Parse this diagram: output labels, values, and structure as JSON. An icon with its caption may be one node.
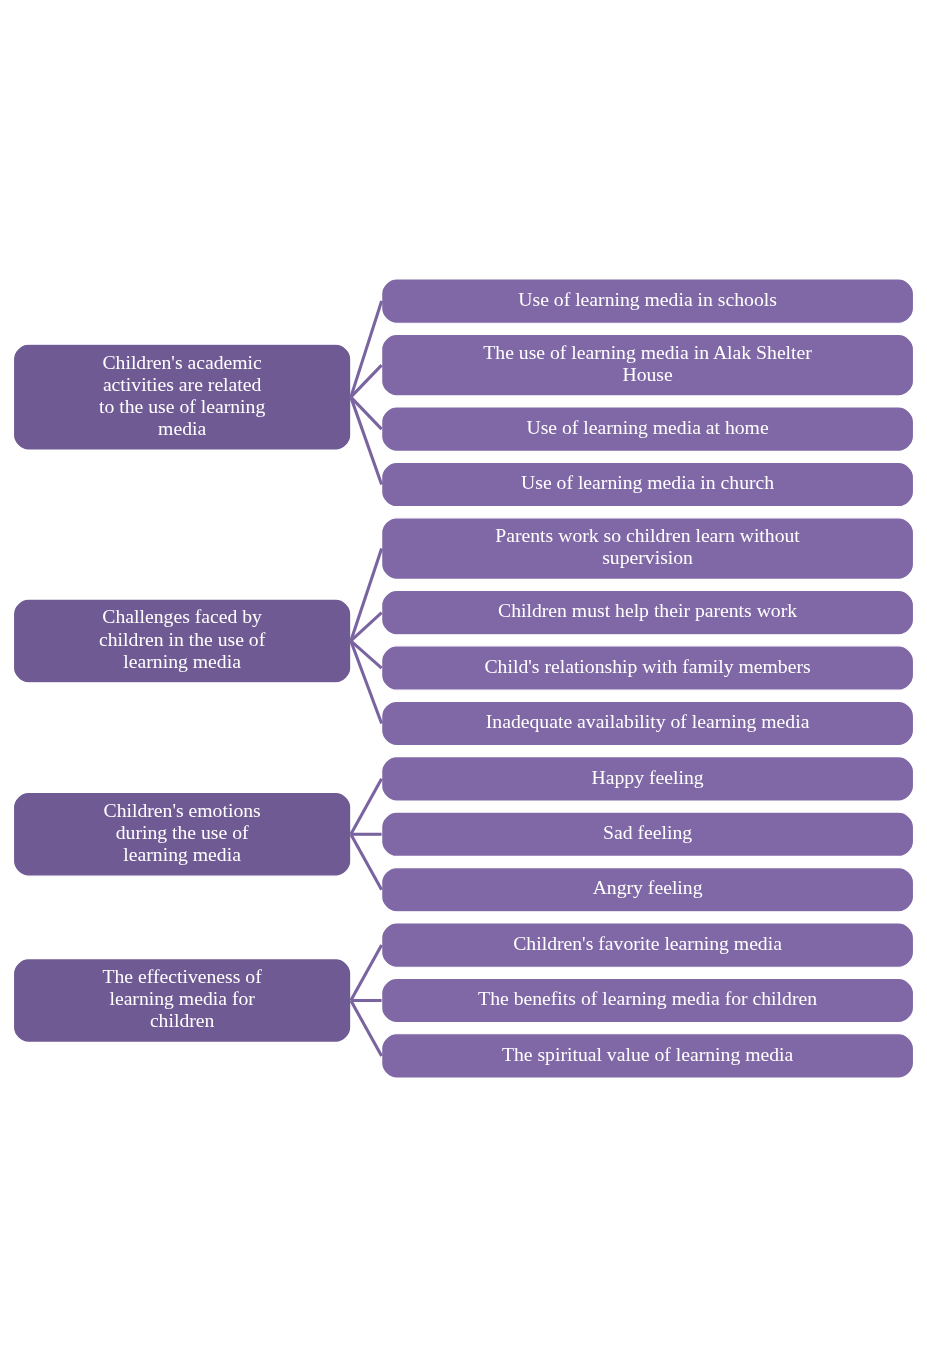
{
  "diagram": {
    "nodes": [
      {
        "text": [
          "The effectiveness of learning media for children"
        ]
      },
      {
        "text": [
          "Children's favorite learning media"
        ]
      },
      {
        "text": [
          "The benefits of learning media for children"
        ]
      },
      {
        "text": [
          "The spiritual value of learning media"
        ]
      },
      {
        "text": [
          "Children's emotions during the use of learning media"
        ]
      },
      {
        "text": [
          "Happy feeling"
        ]
      },
      {
        "text": [
          "Sad feeling"
        ]
      },
      {
        "text": [
          "Angry feeling"
        ]
      },
      {
        "text": [
          "Challenges faced by children in the use of learning media"
        ]
      },
      {
        "text": [
          "Parents work so children learn without supervision"
        ]
      },
      {
        "text": [
          "Children must help their parents work"
        ]
      },
      {
        "text": [
          "Child's relationship with family members"
        ]
      },
      {
        "text": [
          "Inadequate availability of learning media"
        ]
      },
      {
        "text": [
          "Children's academic activities are related to the use of learning media"
        ]
      },
      {
        "text": [
          "Use of learning media in schools"
        ]
      },
      {
        "text": [
          "The use of learning media in Alak Shelter House"
        ]
      },
      {
        "text": [
          "Use of learning media at home"
        ]
      },
      {
        "text": [
          "Use of learning media in church"
        ]
      }
    ],
    "edges": [
      {
        "from": 0,
        "to": 1,
        "arrow": "none"
      },
      {
        "from": 0,
        "to": 2,
        "arrow": "none"
      },
      {
        "from": 0,
        "to": 3,
        "arrow": "none"
      },
      {
        "from": 4,
        "to": 5,
        "arrow": "none"
      },
      {
        "from": 4,
        "to": 6,
        "arrow": "none"
      },
      {
        "from": 4,
        "to": 7,
        "arrow": "none"
      },
      {
        "from": 8,
        "to": 9,
        "arrow": "none"
      },
      {
        "from": 8,
        "to": 10,
        "arrow": "none"
      },
      {
        "from": 8,
        "to": 11,
        "arrow": "none"
      },
      {
        "from": 8,
        "to": 12,
        "arrow": "none"
      },
      {
        "from": 13,
        "to": 14,
        "arrow": "none"
      },
      {
        "from": 13,
        "to": 15,
        "arrow": "none"
      },
      {
        "from": 13,
        "to": 16,
        "arrow": "none"
      },
      {
        "from": 13,
        "to": 17,
        "arrow": "none"
      }
    ]
  }
}
